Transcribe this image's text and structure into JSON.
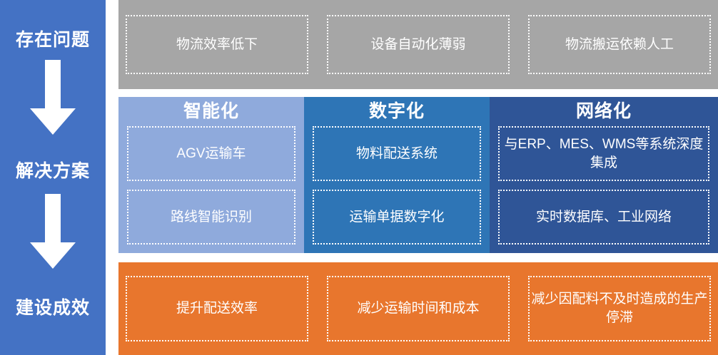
{
  "rail": {
    "background_color": "#4472C4",
    "stages": [
      {
        "label": "存在问题"
      },
      {
        "label": "解决方案"
      },
      {
        "label": "建设成效"
      }
    ],
    "arrows": [
      {
        "icon": "arrow-down-icon"
      },
      {
        "icon": "arrow-down-icon"
      }
    ]
  },
  "problems": {
    "background_color": "#A6A6A6",
    "items": [
      {
        "text": "物流效率低下"
      },
      {
        "text": "设备自动化薄弱"
      },
      {
        "text": "物流搬运依赖人工"
      }
    ]
  },
  "solution": {
    "columns": [
      {
        "title": "智能化",
        "color": "#8FAADC",
        "items": [
          {
            "text": "AGV运输车"
          },
          {
            "text": "路线智能识别"
          }
        ]
      },
      {
        "title": "数字化",
        "color": "#2E75B6",
        "items": [
          {
            "text": "物料配送系统"
          },
          {
            "text": "运输单据数字化"
          }
        ]
      },
      {
        "title": "网络化",
        "color": "#2F5597",
        "items": [
          {
            "text": "与ERP、MES、WMS等系统深度集成"
          },
          {
            "text": "实时数据库、工业网络"
          }
        ]
      }
    ]
  },
  "results": {
    "background_color": "#E8762D",
    "items": [
      {
        "text": "提升配送效率"
      },
      {
        "text": "减少运输时间和成本"
      },
      {
        "text": "减少因配料不及时造成的生产停滞"
      }
    ]
  }
}
